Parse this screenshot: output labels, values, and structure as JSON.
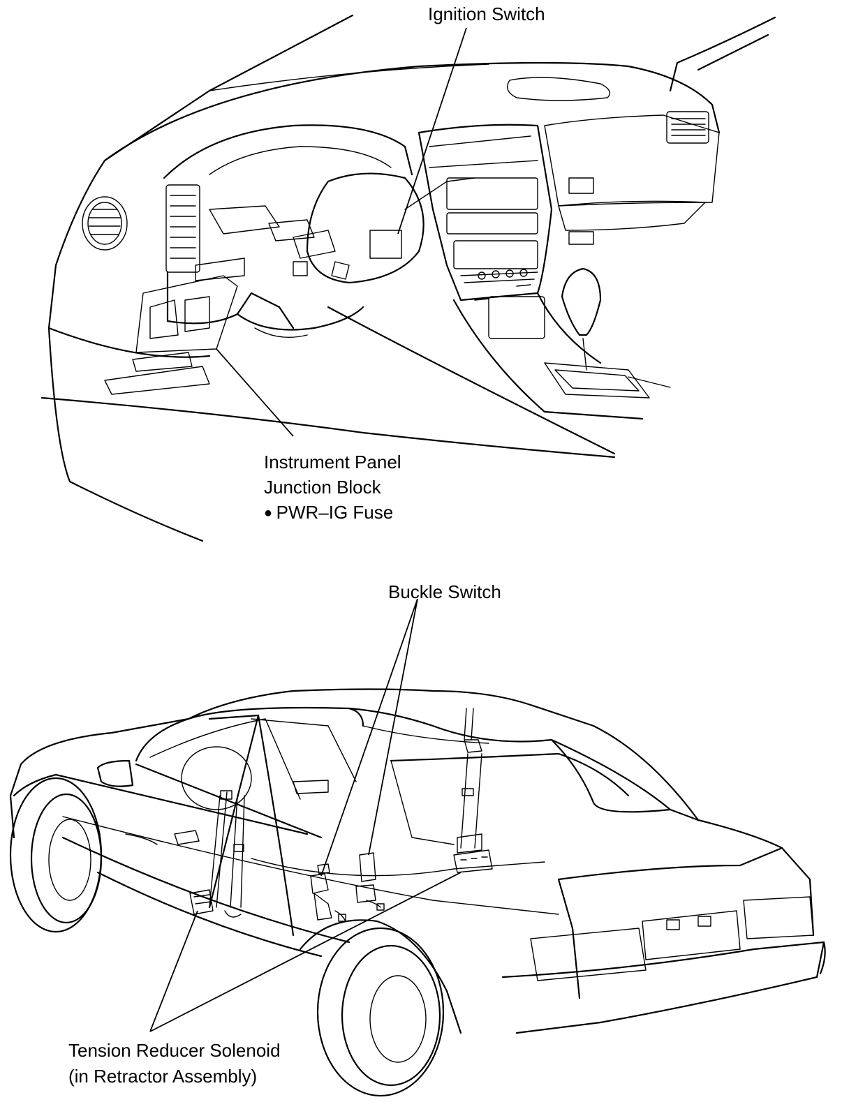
{
  "labels": {
    "ignition_switch": "Ignition Switch",
    "ipjb_line1": "Instrument Panel",
    "ipjb_line2": "Junction Block",
    "ipjb_line3": "PWR–IG Fuse",
    "buckle_switch": "Buckle Switch",
    "tension_line1": "Tension Reducer Solenoid",
    "tension_line2": "(in Retractor Assembly)"
  }
}
